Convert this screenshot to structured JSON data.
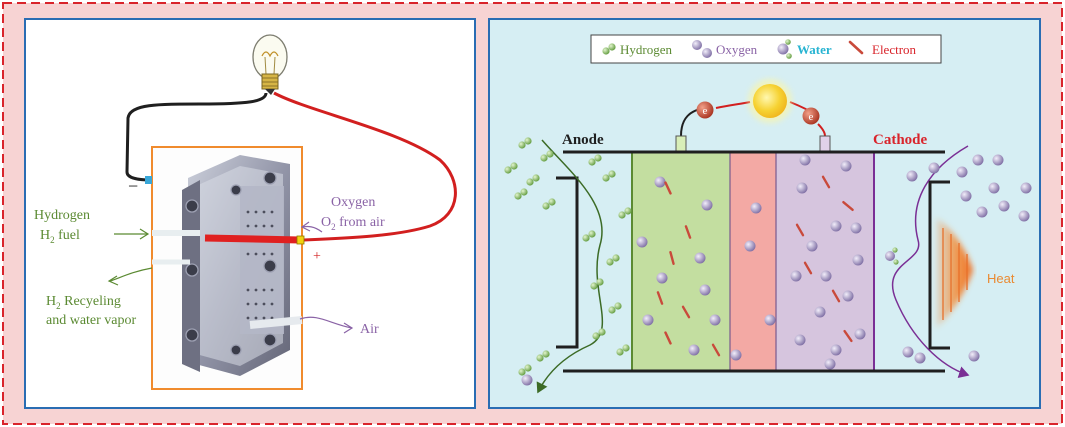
{
  "colors": {
    "outer_bg": "#f7d3d3",
    "outer_border": "#d9242b",
    "panel_border": "#2a6db3",
    "right_bg": "#d6eef3",
    "anode_layer": "#c3dea0",
    "membrane": "#f3a9a4",
    "cathode_layer": "#d6c5de",
    "green_text": "#5b8a32",
    "purple_text": "#8a63a6",
    "red_text": "#d9242b",
    "water_text": "#28b4d2",
    "heat_text": "#ea8a31",
    "hydrogen_ball": "#8cc064",
    "oxygen_ball": "#a99bc4",
    "electron": "#c94a3b"
  },
  "left_panel": {
    "labels": {
      "hydrogen_line1": "Hydrogen",
      "hydrogen_line2_base": "H",
      "hydrogen_line2_sub": "2",
      "hydrogen_line2_rest": " fuel",
      "oxygen_line1": "Oxygen",
      "oxygen_line2_base": "O",
      "oxygen_line2_sub": "2",
      "oxygen_line2_rest": " from air",
      "recycle_line1_base": "H",
      "recycle_line1_sub": "2",
      "recycle_line1_rest": " Recyeling",
      "recycle_line2": "and water vapor",
      "air": "Air",
      "minus": "−",
      "plus": "+"
    }
  },
  "right_panel": {
    "legend": {
      "hydrogen": "Hydrogen",
      "oxygen": "Oxygen",
      "water": "Water",
      "electron": "Electron"
    },
    "labels": {
      "anode": "Anode",
      "cathode": "Cathode",
      "heat": "Heat",
      "electron_symbol": "e"
    }
  }
}
